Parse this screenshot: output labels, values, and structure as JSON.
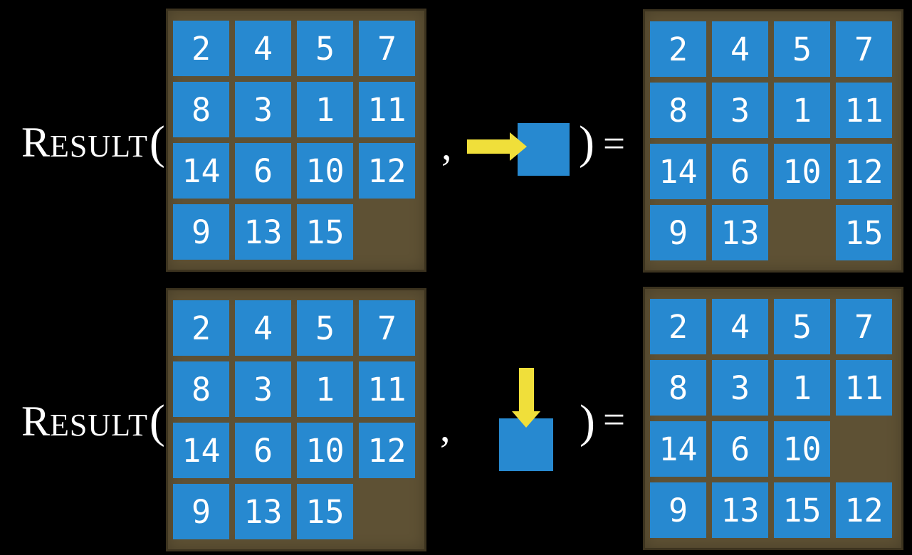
{
  "figure": {
    "function_name_cap": "R",
    "function_name_rest": "ESULT",
    "open_paren": "(",
    "comma": ",",
    "close_paren": ")",
    "equals": "=",
    "colors": {
      "background": "#000000",
      "tile_blue": "#2789d0",
      "board_brown": "#5e5134",
      "board_border": "#3c331f",
      "arrow_yellow": "#f0df3a",
      "text_white": "#ffffff"
    },
    "rows": [
      {
        "name": "move-right-example",
        "action": {
          "direction": "right",
          "icon": "right-arrow-into-tile"
        },
        "input_grid": [
          [
            "2",
            "4",
            "5",
            "7"
          ],
          [
            "8",
            "3",
            "1",
            "11"
          ],
          [
            "14",
            "6",
            "10",
            "12"
          ],
          [
            "9",
            "13",
            "15",
            ""
          ]
        ],
        "output_grid": [
          [
            "2",
            "4",
            "5",
            "7"
          ],
          [
            "8",
            "3",
            "1",
            "11"
          ],
          [
            "14",
            "6",
            "10",
            "12"
          ],
          [
            "9",
            "13",
            "",
            "15"
          ]
        ]
      },
      {
        "name": "move-down-example",
        "action": {
          "direction": "down",
          "icon": "down-arrow-into-tile"
        },
        "input_grid": [
          [
            "2",
            "4",
            "5",
            "7"
          ],
          [
            "8",
            "3",
            "1",
            "11"
          ],
          [
            "14",
            "6",
            "10",
            "12"
          ],
          [
            "9",
            "13",
            "15",
            ""
          ]
        ],
        "output_grid": [
          [
            "2",
            "4",
            "5",
            "7"
          ],
          [
            "8",
            "3",
            "1",
            "11"
          ],
          [
            "14",
            "6",
            "10",
            ""
          ],
          [
            "9",
            "13",
            "15",
            "12"
          ]
        ]
      }
    ]
  }
}
